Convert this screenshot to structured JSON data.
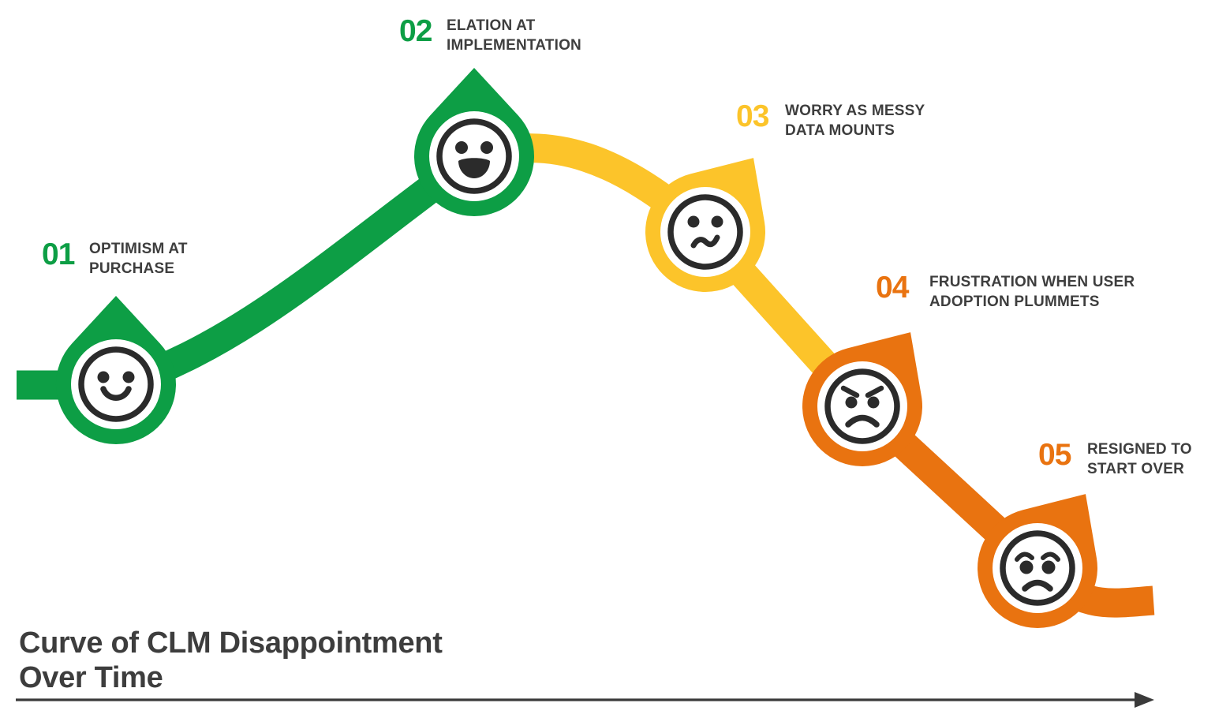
{
  "title": {
    "text": "Curve of CLM Disappointment\nOver Time"
  },
  "stages": [
    {
      "number": "01",
      "label": "OPTIMISM AT\nPURCHASE",
      "color": "#0D9E45",
      "emotion": "smiling-face"
    },
    {
      "number": "02",
      "label": "ELATION AT\nIMPLEMENTATION",
      "color": "#0D9E45",
      "emotion": "big-smile-face"
    },
    {
      "number": "03",
      "label": "WORRY AS MESSY\nDATA MOUNTS",
      "color": "#FCC42A",
      "emotion": "confused-face"
    },
    {
      "number": "04",
      "label": "FRUSTRATION WHEN USER\nADOPTION PLUMMETS",
      "color": "#E97310",
      "emotion": "angry-face"
    },
    {
      "number": "05",
      "label": "RESIGNED TO\nSTART OVER",
      "color": "#E97310",
      "emotion": "worried-face"
    }
  ],
  "colors": {
    "green": "#0D9E45",
    "yellow": "#FCC42A",
    "orange": "#E97310",
    "face": "#2B2B2B",
    "text": "#3E3E3E",
    "axis": "#3A3A3A"
  }
}
